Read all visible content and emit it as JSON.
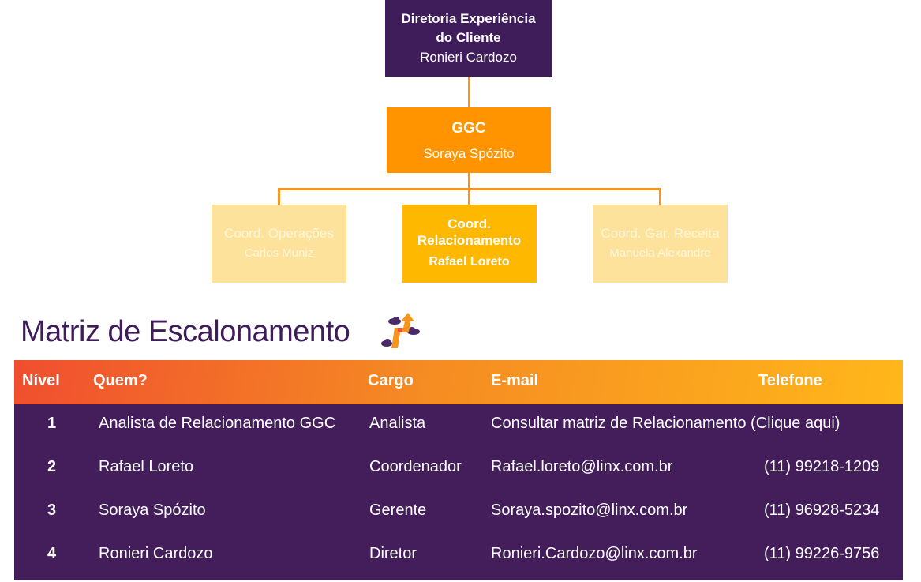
{
  "org_chart": {
    "director": {
      "title_line1": "Diretoria Experiência",
      "title_line2": "do Cliente",
      "name": "Ronieri Cardozo"
    },
    "manager": {
      "title": "GGC",
      "name": "Soraya Spózito"
    },
    "coordinators": [
      {
        "title": "Coord. Operações",
        "name": "Carlos Muniz",
        "highlighted": false
      },
      {
        "title_line1": "Coord.",
        "title_line2": "Relacionamento",
        "name": "Rafael Loreto",
        "highlighted": true
      },
      {
        "title": "Coord. Gar. Receita",
        "name": "Manuela Alexandre",
        "highlighted": false
      }
    ]
  },
  "matrix": {
    "title": "Matriz de Escalonamento",
    "icon": "escalation-arrow-icon",
    "headers": {
      "level": "Nível",
      "who": "Quem?",
      "role": "Cargo",
      "email": "E-mail",
      "phone": "Telefone"
    },
    "rows": [
      {
        "level": "1",
        "who": "Analista de Relacionamento GGC",
        "role": "Analista",
        "email": "Consultar matriz de Relacionamento (Clique aqui)",
        "phone": ""
      },
      {
        "level": "2",
        "who": "Rafael Loreto",
        "role": "Coordenador",
        "email": "Rafael.loreto@linx.com.br",
        "phone": "(11) 99218-1209"
      },
      {
        "level": "3",
        "who": "Soraya Spózito",
        "role": "Gerente",
        "email": "Soraya.spozito@linx.com.br",
        "phone": "(11) 96928-5234"
      },
      {
        "level": "4",
        "who": "Ronieri Cardozo",
        "role": "Diretor",
        "email": "Ronieri.Cardozo@linx.com.br",
        "phone": "(11) 99226-9756"
      }
    ]
  },
  "colors": {
    "purple": "#3F1D5A",
    "orange": "#FF9300",
    "gold": "#FFB800",
    "faded_gold": "#FDE29B",
    "header_gradient_start": "#F04E2F",
    "header_gradient_end": "#FFB71A",
    "connector": "#F7941D"
  }
}
